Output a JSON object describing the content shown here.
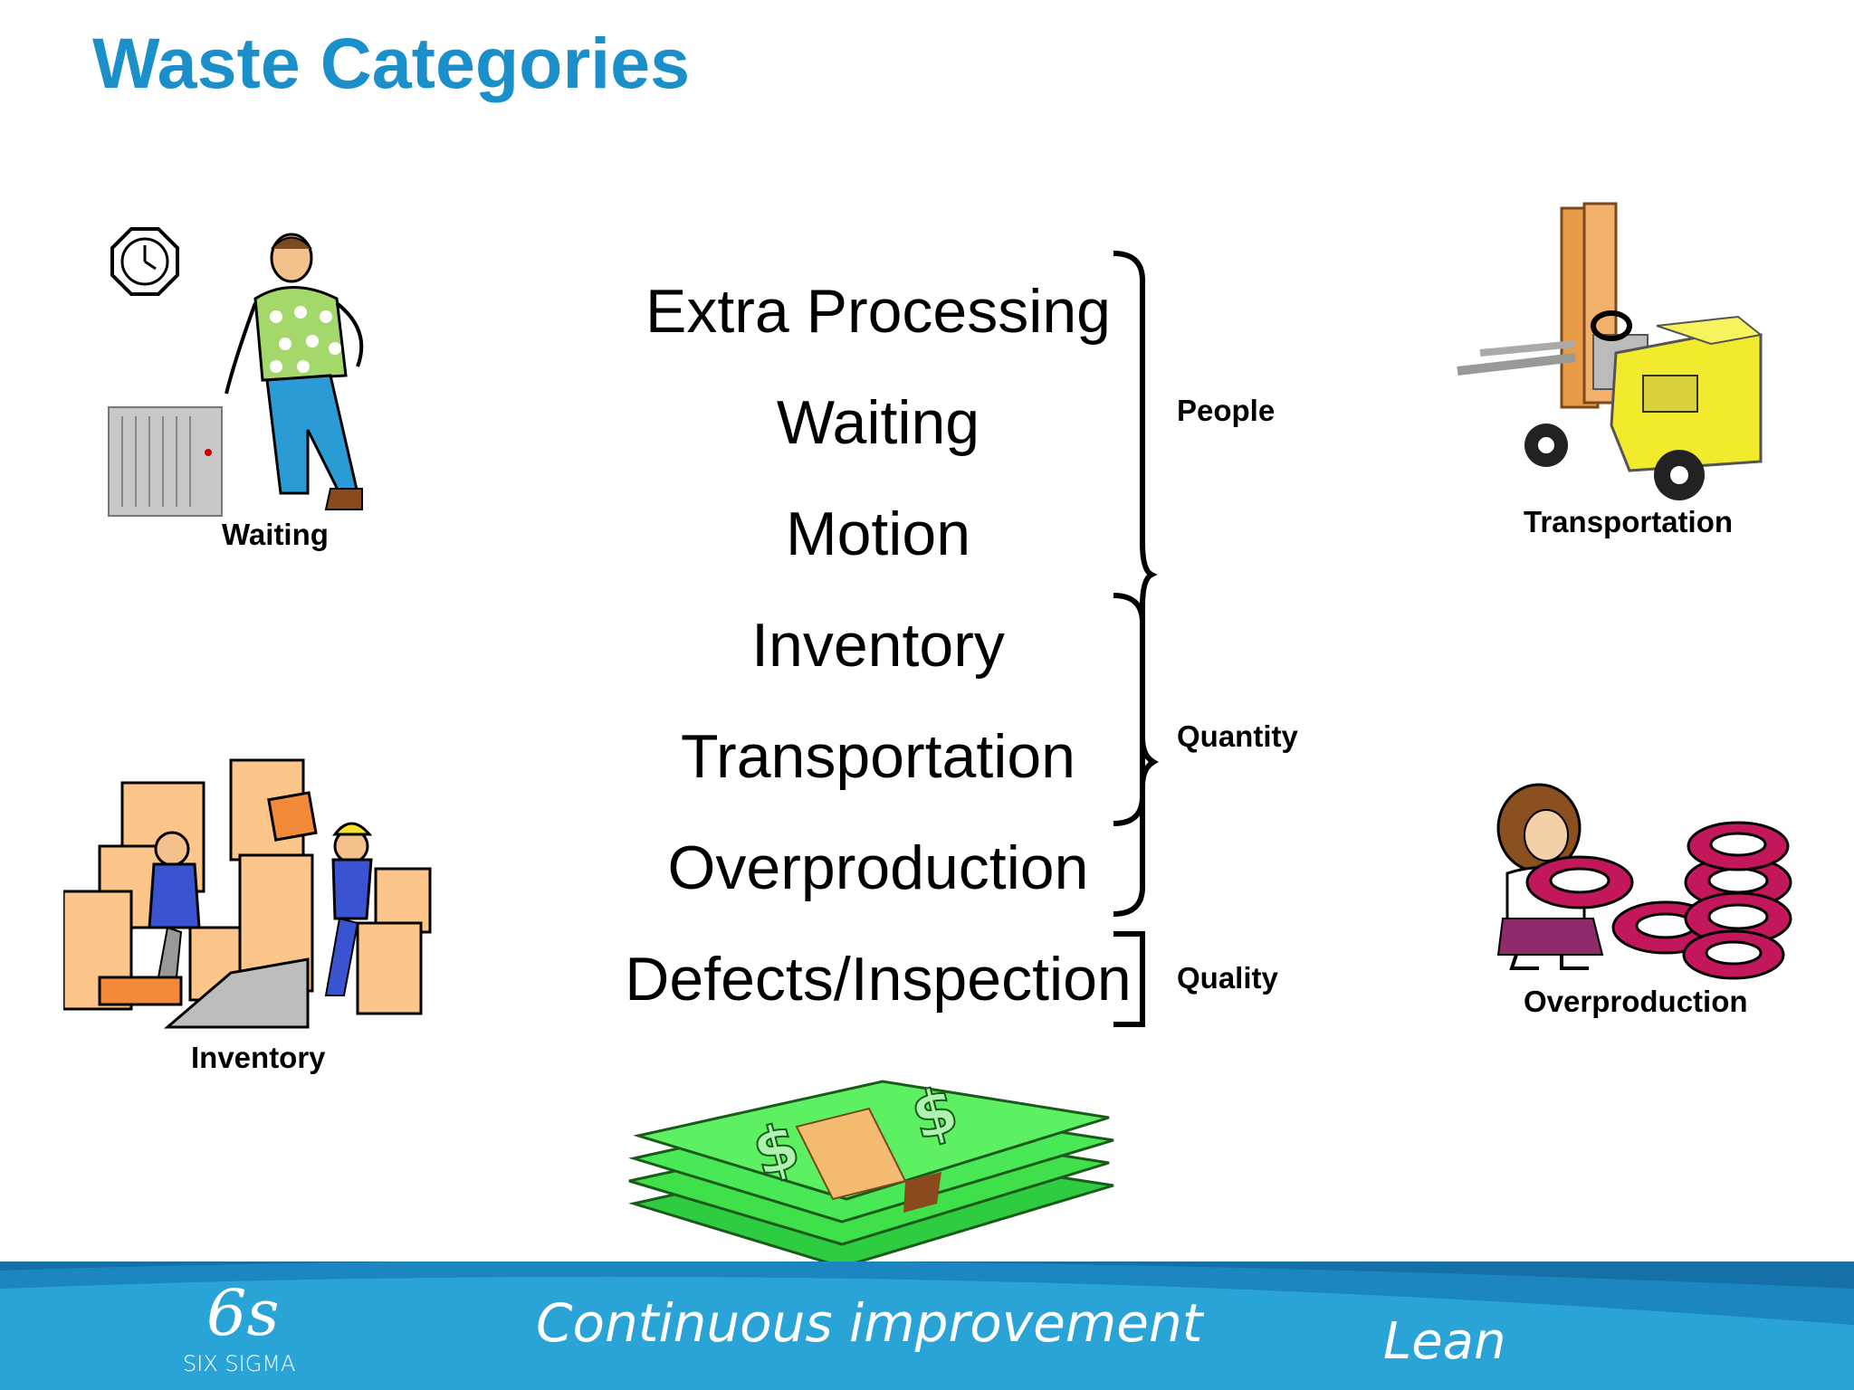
{
  "slide": {
    "title": "Waste Categories"
  },
  "waste_list": [
    "Extra Processing",
    "Waiting",
    "Motion",
    "Inventory",
    "Transportation",
    "Overproduction",
    "Defects/Inspection"
  ],
  "groups": {
    "people": "People",
    "quantity": "Quantity",
    "quality": "Quality"
  },
  "illustrations": {
    "waiting": "Waiting",
    "inventory": "Inventory",
    "transportation": "Transportation",
    "overproduction": "Overproduction"
  },
  "footer": {
    "logo_mark": "6s",
    "logo_text": "SIX SIGMA",
    "center_text": "Continuous improvement",
    "right_text": "Lean"
  },
  "colors": {
    "title": "#1a8fc9",
    "footer_dark": "#1470a6",
    "footer_light": "#2aa3d6",
    "money_green": "#3fe04a"
  },
  "icons": {
    "clock": "clock-icon",
    "person_waiting": "waiting-man-icon",
    "forklift": "forklift-icon",
    "boxes": "inventory-boxes-icon",
    "caveman": "caveman-icon",
    "money": "money-stack-icon"
  }
}
